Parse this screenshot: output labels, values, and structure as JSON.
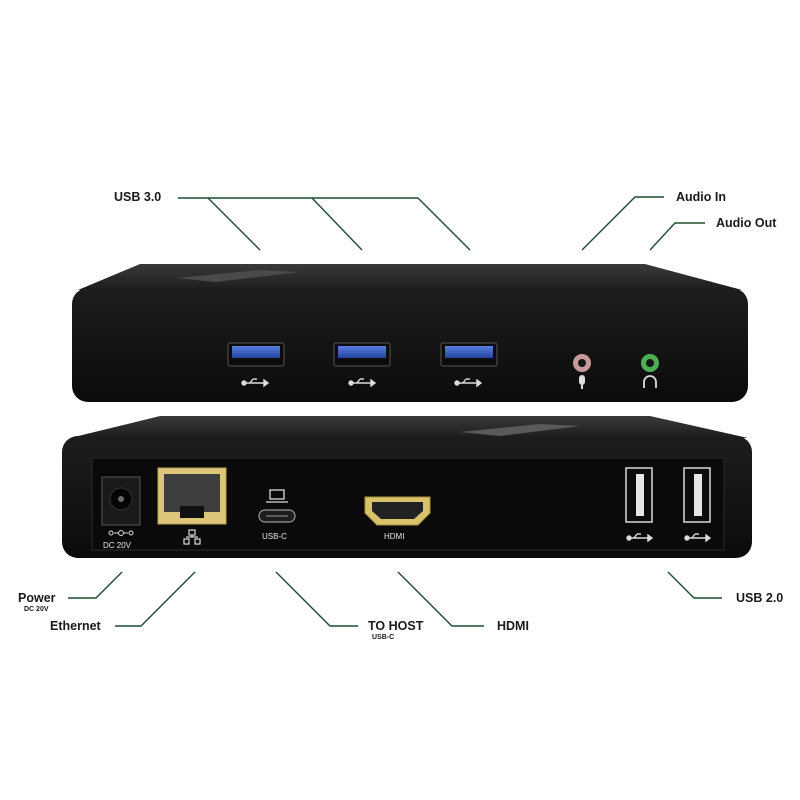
{
  "colors": {
    "background": "#ffffff",
    "leader_line": "#1f4d2f",
    "device_body": "#141414",
    "device_top": "#262626",
    "usb3_blue": "#2f56b8",
    "audio_in_pink": "#c99a9a",
    "audio_out_green": "#4caf50",
    "text": "#1a1a1a"
  },
  "callouts": {
    "usb30": "USB 3.0",
    "audio_in": "Audio In",
    "audio_out": "Audio Out",
    "power": "Power",
    "power_sub": "DC 20V",
    "ethernet": "Ethernet",
    "to_host": "TO HOST",
    "to_host_sub": "USB-C",
    "hdmi": "HDMI",
    "usb20": "USB 2.0"
  },
  "port_labels": {
    "dc": "DC 20V",
    "usbc": "USB-C",
    "hdmi": "HDMI"
  },
  "icons": {
    "usb3_port_icon": "usb-symbol",
    "mic_icon": "microphone",
    "headphones_icon": "headphones",
    "ethernet_icon": "network",
    "laptop_icon": "laptop",
    "usb2_port_icon": "usb-symbol"
  }
}
